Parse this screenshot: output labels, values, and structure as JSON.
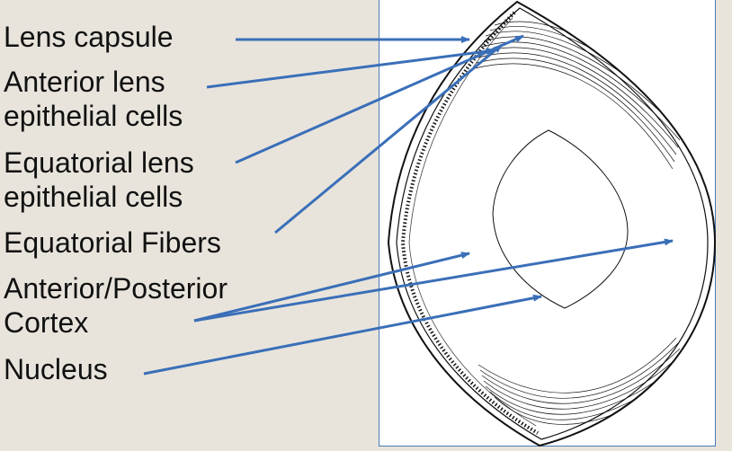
{
  "labels": {
    "lens_capsule": "Lens capsule",
    "anterior_lens_epithelial_1": "Anterior lens",
    "anterior_lens_epithelial_2": "epithelial cells",
    "equatorial_lens_epithelial_1": "Equatorial lens",
    "equatorial_lens_epithelial_2": "epithelial cells",
    "equatorial_fibers": "Equatorial Fibers",
    "cortex_1": "Anterior/Posterior",
    "cortex_2": "Cortex",
    "nucleus": "Nucleus"
  },
  "colors": {
    "background": "#e8e4dc",
    "arrow": "#3a6fb8",
    "outline": "#111111"
  }
}
